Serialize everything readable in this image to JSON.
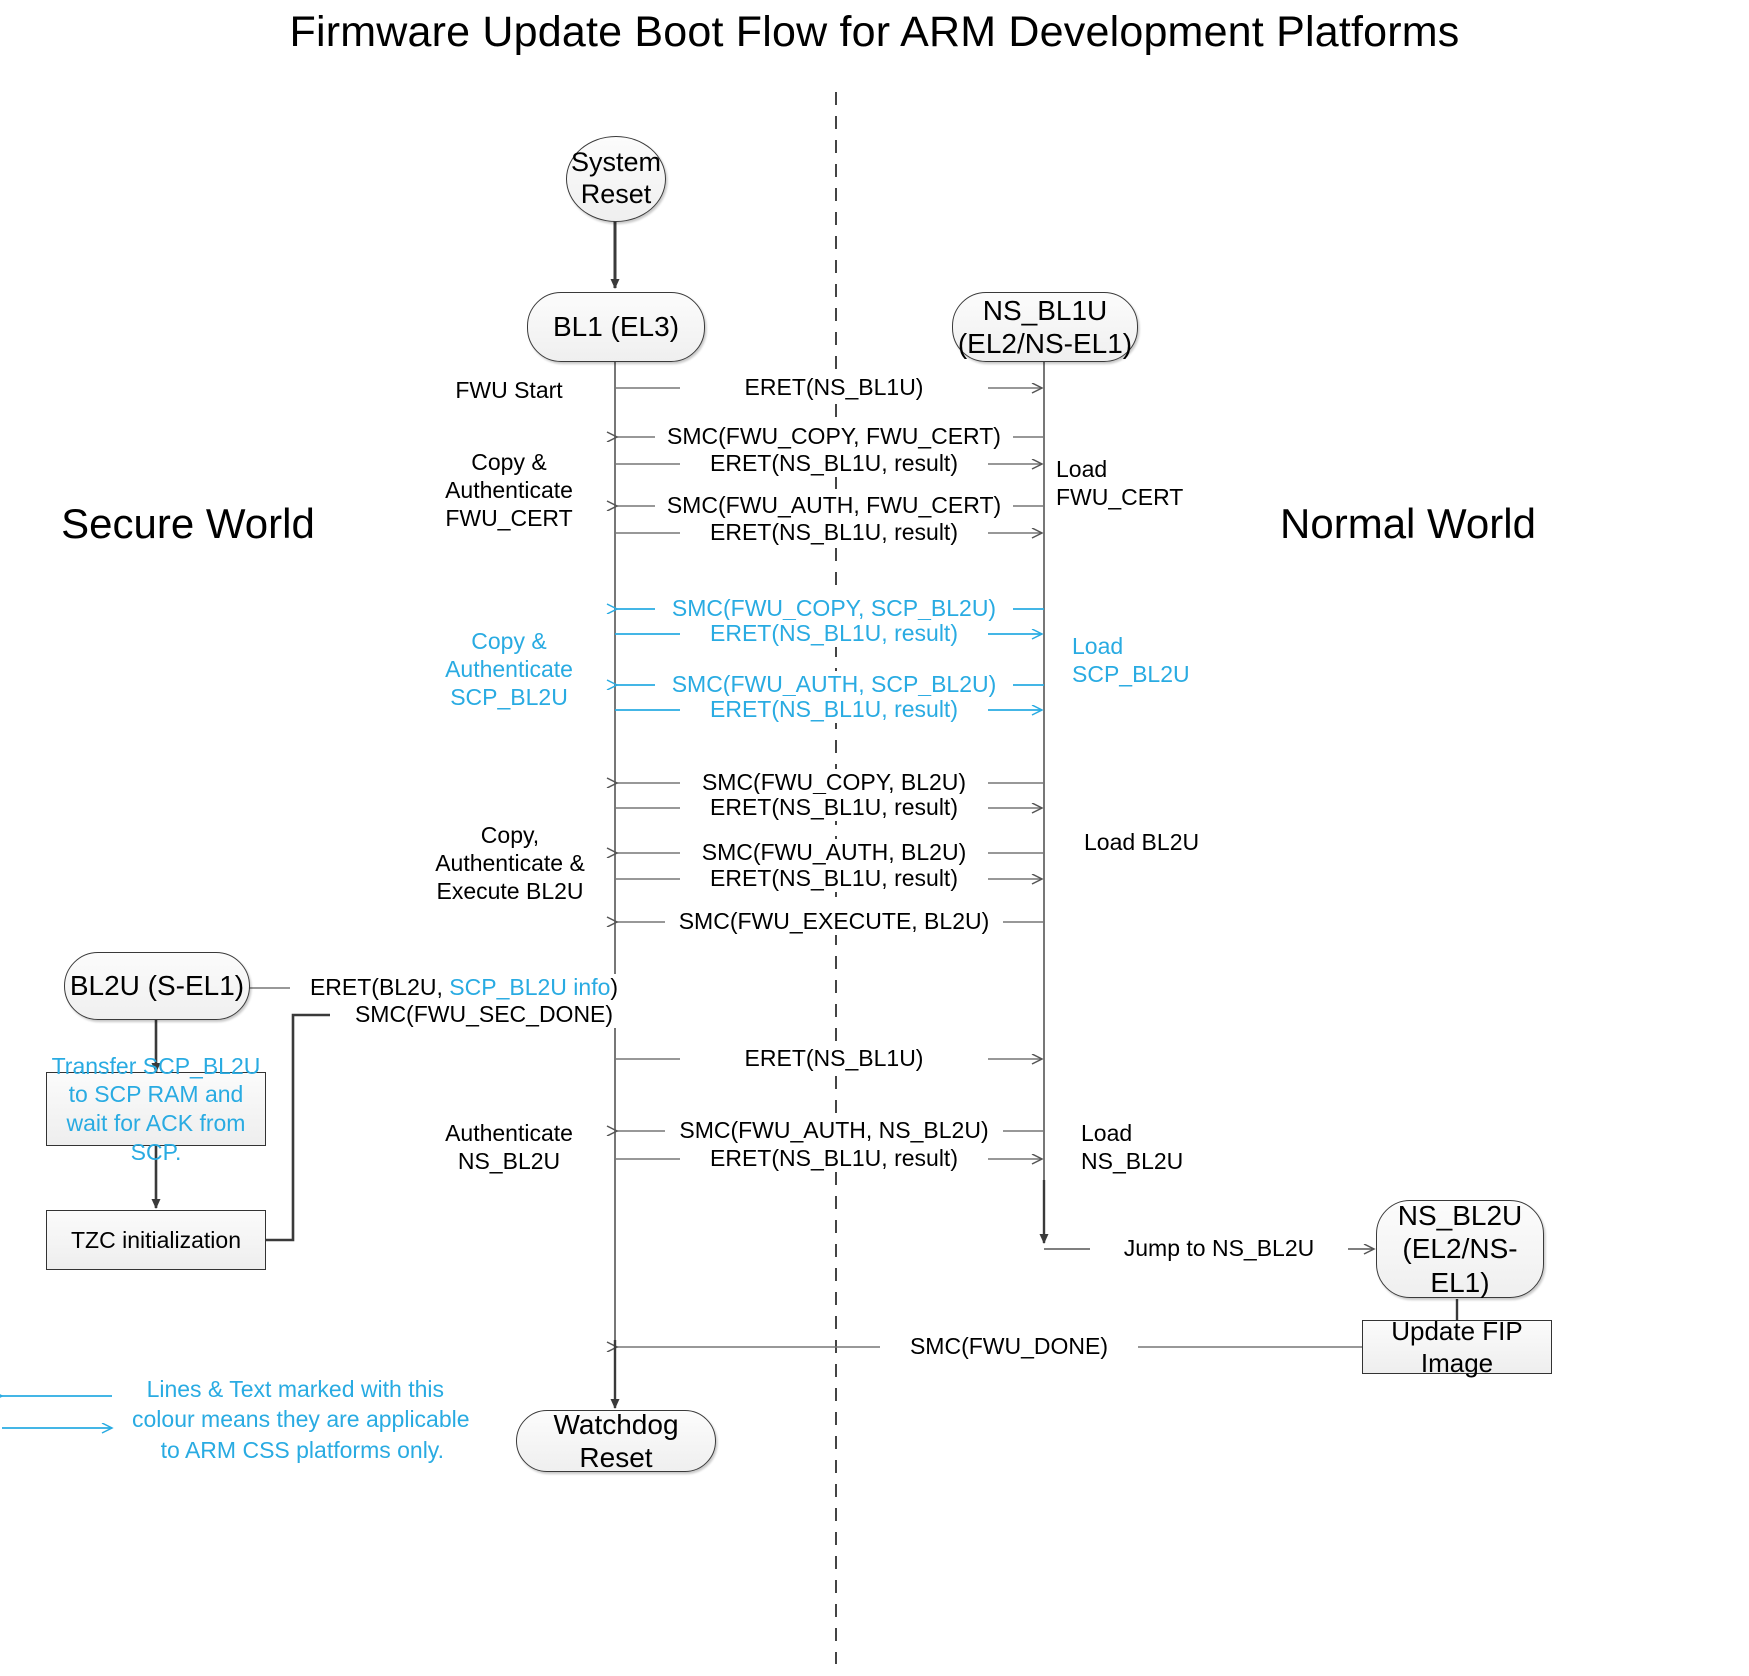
{
  "title": "Firmware Update Boot Flow for ARM Development Platforms",
  "colors": {
    "accent_cyan": "#29abe2",
    "line_dark": "#555555",
    "node_border": "#3a3a3a",
    "node_fill": "#f2f2f2",
    "text": "#000000"
  },
  "worlds": {
    "secure": "Secure\nWorld",
    "normal": "Normal\nWorld"
  },
  "nodes": {
    "system_reset": "System\nReset",
    "bl1": "BL1\n(EL3)",
    "ns_bl1u": "NS_BL1U\n(EL2/NS-EL1)",
    "bl2u": "BL2U\n(S-EL1)",
    "ns_bl2u": "NS_BL2U\n(EL2/NS-EL1)",
    "watchdog_reset": "Watchdog Reset",
    "transfer_scp": "Transfer SCP_BL2U to\nSCP RAM and wait for\nACK from SCP.",
    "tzc_init": "TZC initialization",
    "update_fip": "Update FIP Image"
  },
  "left_labels": [
    {
      "id": "fwu-start",
      "text": "FWU Start",
      "cyan": false
    },
    {
      "id": "copy-auth-fwu-cert",
      "text": "Copy &\nAuthenticate\nFWU_CERT",
      "cyan": false
    },
    {
      "id": "copy-auth-scp-bl2u",
      "text": "Copy &\nAuthenticate\nSCP_BL2U",
      "cyan": true
    },
    {
      "id": "copy-auth-exec-bl2u",
      "text": "Copy,\nAuthenticate &\nExecute BL2U",
      "cyan": false
    },
    {
      "id": "authenticate-ns-bl2u",
      "text": "Authenticate\nNS_BL2U",
      "cyan": false
    }
  ],
  "right_labels": [
    {
      "id": "load-fwu-cert",
      "text": "Load\nFWU_CERT",
      "cyan": false
    },
    {
      "id": "load-scp-bl2u",
      "text": "Load\nSCP_BL2U",
      "cyan": true
    },
    {
      "id": "load-bl2u",
      "text": "Load BL2U",
      "cyan": false
    },
    {
      "id": "load-ns-bl2u",
      "text": "Load\nNS_BL2U",
      "cyan": false
    }
  ],
  "messages": [
    {
      "id": "m1",
      "text": "ERET(NS_BL1U)",
      "cyan": false
    },
    {
      "id": "m2",
      "text": "SMC(FWU_COPY, FWU_CERT)",
      "cyan": false
    },
    {
      "id": "m3",
      "text": "ERET(NS_BL1U, result)",
      "cyan": false
    },
    {
      "id": "m4",
      "text": "SMC(FWU_AUTH, FWU_CERT)",
      "cyan": false
    },
    {
      "id": "m5",
      "text": "ERET(NS_BL1U, result)",
      "cyan": false
    },
    {
      "id": "m6",
      "text": "SMC(FWU_COPY, SCP_BL2U)",
      "cyan": true
    },
    {
      "id": "m7",
      "text": "ERET(NS_BL1U, result)",
      "cyan": true
    },
    {
      "id": "m8",
      "text": "SMC(FWU_AUTH, SCP_BL2U)",
      "cyan": true
    },
    {
      "id": "m9",
      "text": "ERET(NS_BL1U, result)",
      "cyan": true
    },
    {
      "id": "m10",
      "text": "SMC(FWU_COPY, BL2U)",
      "cyan": false
    },
    {
      "id": "m11",
      "text": "ERET(NS_BL1U, result)",
      "cyan": false
    },
    {
      "id": "m12",
      "text": "SMC(FWU_AUTH, BL2U)",
      "cyan": false
    },
    {
      "id": "m13",
      "text": "ERET(NS_BL1U, result)",
      "cyan": false
    },
    {
      "id": "m14",
      "text": "SMC(FWU_EXECUTE, BL2U)",
      "cyan": false
    },
    {
      "id": "m15a",
      "text": "ERET(BL2U, ",
      "cyan": false
    },
    {
      "id": "m15b",
      "text": "SCP_BL2U info",
      "cyan": true
    },
    {
      "id": "m15c",
      "text": ")",
      "cyan": false
    },
    {
      "id": "m16",
      "text": "SMC(FWU_SEC_DONE)",
      "cyan": false
    },
    {
      "id": "m17",
      "text": "ERET(NS_BL1U)",
      "cyan": false
    },
    {
      "id": "m18",
      "text": "SMC(FWU_AUTH, NS_BL2U)",
      "cyan": false
    },
    {
      "id": "m19",
      "text": "ERET(NS_BL1U, result)",
      "cyan": false
    },
    {
      "id": "m20",
      "text": "Jump to NS_BL2U",
      "cyan": false
    },
    {
      "id": "m21",
      "text": "SMC(FWU_DONE)",
      "cyan": false
    }
  ],
  "legend": {
    "text": "Lines & Text marked with this\ncolour means they are applicable\nto ARM CSS platforms only."
  }
}
